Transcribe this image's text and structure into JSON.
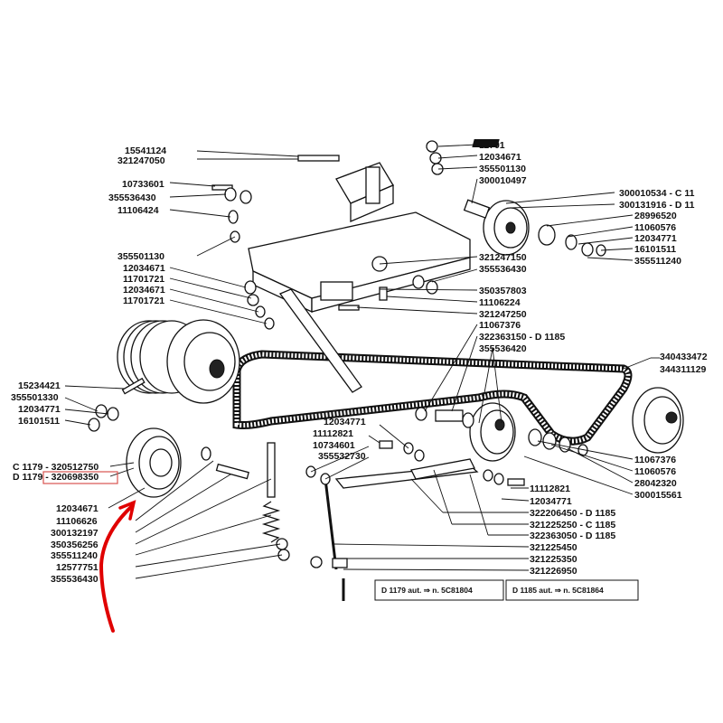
{
  "part_labels": [
    "15541124",
    "321247050",
    "10733601",
    "355536430",
    "11106424",
    "355501130",
    "12034671",
    "11701721",
    "12034671",
    "11701721",
    "15234421",
    "355501330",
    "12034771",
    "16101511",
    "C 1179 - 320512750",
    "D 1179 - 320698350",
    "12034671",
    "11106626",
    "300132197",
    "350356256",
    "355511240",
    "12577751",
    "355536430",
    "11701",
    "12034671",
    "355501130",
    "300010497",
    "300010534 - C 11",
    "300131916 - D 11",
    "28996520",
    "11060576",
    "12034771",
    "16101511",
    "355511240",
    "321247150",
    "355536430",
    "350357803",
    "11106224",
    "321247250",
    "11067376",
    "322363150 - D 1185",
    "355536420",
    "340433472",
    "344311129",
    "12034771",
    "11112821",
    "10734601",
    "355532730",
    "11067376",
    "11060576",
    "28042320",
    "300015561",
    "11112821",
    "12034771",
    "322206450 - D 1185",
    "321225250 - C 1185",
    "322363050 - D 1185",
    "321225450",
    "321225350",
    "321226950"
  ],
  "notes": {
    "d1179": "D 1179 aut. ⇒ n. 5C81804",
    "d1185": "D 1185 aut. ⇒ n. 5C81864"
  },
  "colors": {
    "ink": "#111111",
    "highlight_box": "#d9534f",
    "arrow": "#e00000"
  }
}
